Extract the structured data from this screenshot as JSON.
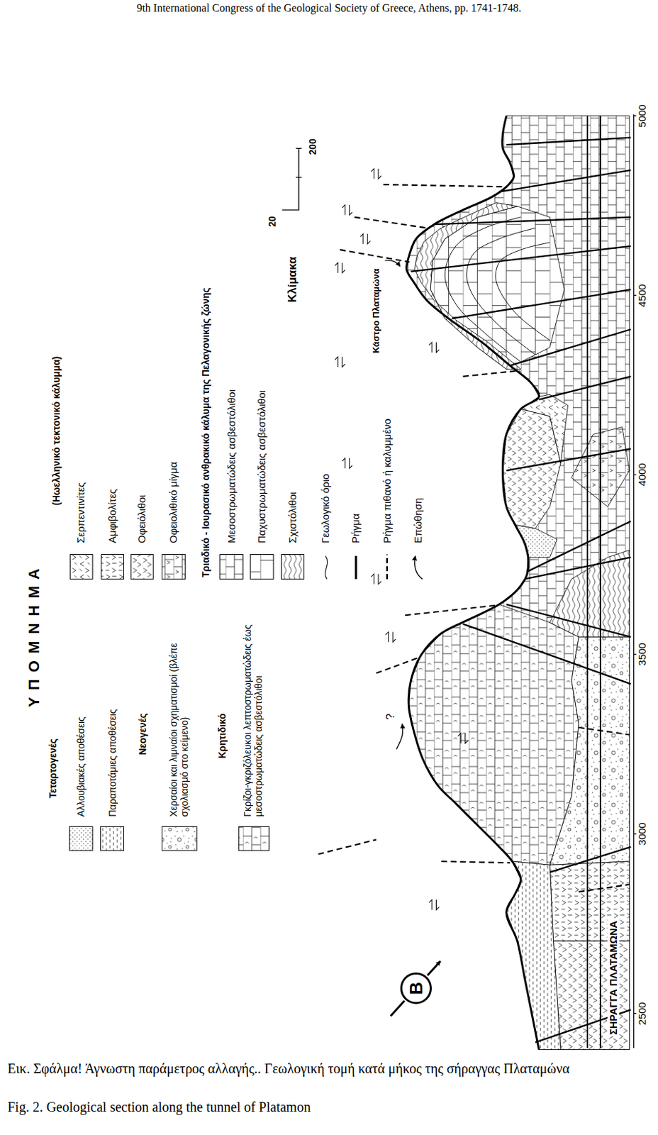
{
  "diagram": {
    "caption": "Εικ. Σφάλμα! Άγνωστη παράμετρος αλλαγής.. Γεωλογική τομή κατά μήκος της σήραγγας Πλαταμώνα",
    "nodes": [
      {
        "text": [
          "Β"
        ]
      }
    ],
    "labels": [
      "9th International Congress of the Geological Society of Greece, Athens, pp. 1741-1748.",
      "Υ Π Ο Μ Ν Η Μ Α",
      "Τεταρτογενές",
      "Νεογενές",
      "Κρητιδικό",
      "(Ηωελληνικό τεκτονικό κάλυμμα)",
      "Τριαδικό - Ιουρασικό ανθρακικό κάλυμα της Πελαγονικής ζώνης",
      "Κλίμακα",
      "20",
      "200",
      "Κάστρο Πλαταμώνα",
      "ΣΗΡΑΓΓΑ ΠΛΑΤΑΜΩΝΑ",
      "?",
      "2500",
      "3000",
      "3500",
      "4000",
      "4500",
      "5000",
      "Fig. 2. Geological section along the tunnel of Platamon"
    ],
    "legend": [
      {
        "text": "Αλλουβιακές αποθέσεις"
      },
      {
        "text": "Παραποτάμιες αποθέσεις"
      },
      {
        "text": "Χερσαίοι και λιμναίοι σχηματισμοί (βλέπε σχολιασμό στο κείμενο)"
      },
      {
        "text": "Γκρίζοι-γκριζόλευκοι λεπτοστρωματώδεις έως μεσοστρωματώδεις ασβεστόλιθοι"
      },
      {
        "text": "Σερπεντινίτες"
      },
      {
        "text": "Αμφιβολίτες"
      },
      {
        "text": "Οφειόλιθοι"
      },
      {
        "text": "Οφειολιθικό μίγμα"
      },
      {
        "text": "Μεσοστρωματώδεις ασβεστόλιθοι"
      },
      {
        "text": "Παχυστρωματώδεις ασβεστόλιθοι"
      },
      {
        "text": "Σχιστόλιθοι"
      },
      {
        "text": "Γεωλογικό όριο"
      },
      {
        "text": "Ρήγμα"
      },
      {
        "text": "Ρήγμα πιθανό ή καλυμμένο"
      },
      {
        "text": "Επώθηση"
      }
    ]
  }
}
